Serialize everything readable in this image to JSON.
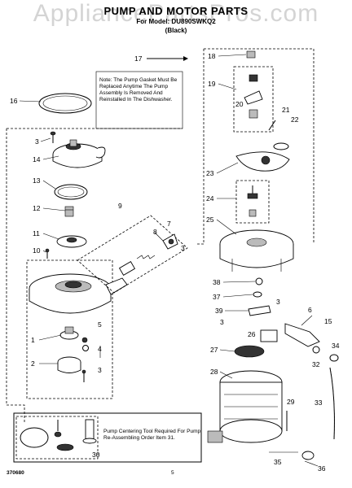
{
  "watermark": "AppliancePartsPros.com",
  "header": {
    "title": "PUMP AND MOTOR PARTS",
    "model_line": "For Model: DU890SWKQ2",
    "color_line": "(Black)"
  },
  "note_text": "Note: The Pump Gasket Must Be Replaced Anytime The Pump Assembly Is Removed And Reinstalled In The Dishwasher.",
  "tool_text": "Pump Centering Tool Required For Pump Re-Assembling Order Item 31.",
  "footer": {
    "doc_number": "370680",
    "page_number": "5"
  },
  "callouts": {
    "c1": "1",
    "c2": "2",
    "c3a": "3",
    "c3b": "3",
    "c3c": "3",
    "c3d": "3",
    "c3e": "3",
    "c4": "4",
    "c5": "5",
    "c6": "6",
    "c7": "7",
    "c8": "8",
    "c9": "9",
    "c10": "10",
    "c11": "11",
    "c12": "12",
    "c13": "13",
    "c14": "14",
    "c15": "15",
    "c16": "16",
    "c17": "17",
    "c18": "18",
    "c19": "19",
    "c20": "20",
    "c21": "21",
    "c22": "22",
    "c23": "23",
    "c24": "24",
    "c25": "25",
    "c26": "26",
    "c27": "27",
    "c28": "28",
    "c29": "29",
    "c30": "30",
    "c32": "32",
    "c33": "33",
    "c34": "34",
    "c35": "35",
    "c36": "36",
    "c37": "37",
    "c38": "38",
    "c39": "39"
  }
}
